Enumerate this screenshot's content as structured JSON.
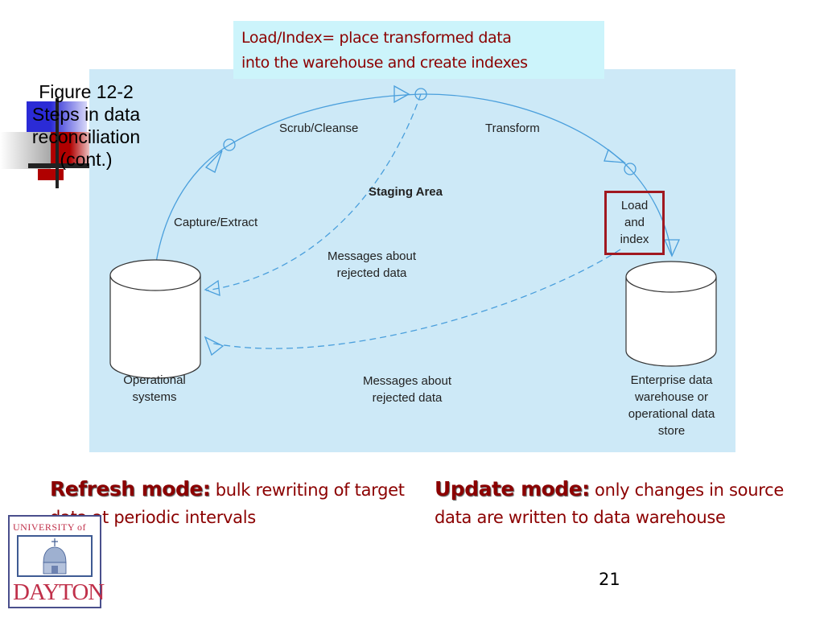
{
  "slide": {
    "caption_lines": [
      "Figure 12-2",
      "Steps in data",
      "reconciliation",
      "(cont.)"
    ],
    "callout_lines": [
      "Load/Index= place transformed data",
      "into the warehouse and create indexes"
    ],
    "page_number": "21"
  },
  "diagram": {
    "colors": {
      "background": "#cde9f7",
      "flow_line": "#4a9fdc",
      "highlight_box": "#a01820"
    },
    "labels": {
      "scrub": "Scrub/Cleanse",
      "transform": "Transform",
      "staging": "Staging Area",
      "capture": "Capture/Extract",
      "load_lines": [
        "Load",
        "and",
        "index"
      ],
      "messages_upper": [
        "Messages about",
        "rejected data"
      ],
      "messages_lower": [
        "Messages about",
        "rejected data"
      ],
      "source_lines": [
        "Operational",
        "systems"
      ],
      "target_lines": [
        "Enterprise data",
        "warehouse or",
        "operational data",
        "store"
      ]
    }
  },
  "modes": {
    "refresh": {
      "lead": "Refresh mode:",
      "text": " bulk rewriting of target data at periodic intervals"
    },
    "update": {
      "lead": "Update mode:",
      "text": " only changes in source data are written to data warehouse"
    }
  },
  "logo": {
    "top": "UNIVERSITY of",
    "bottom": "DAYTON"
  }
}
